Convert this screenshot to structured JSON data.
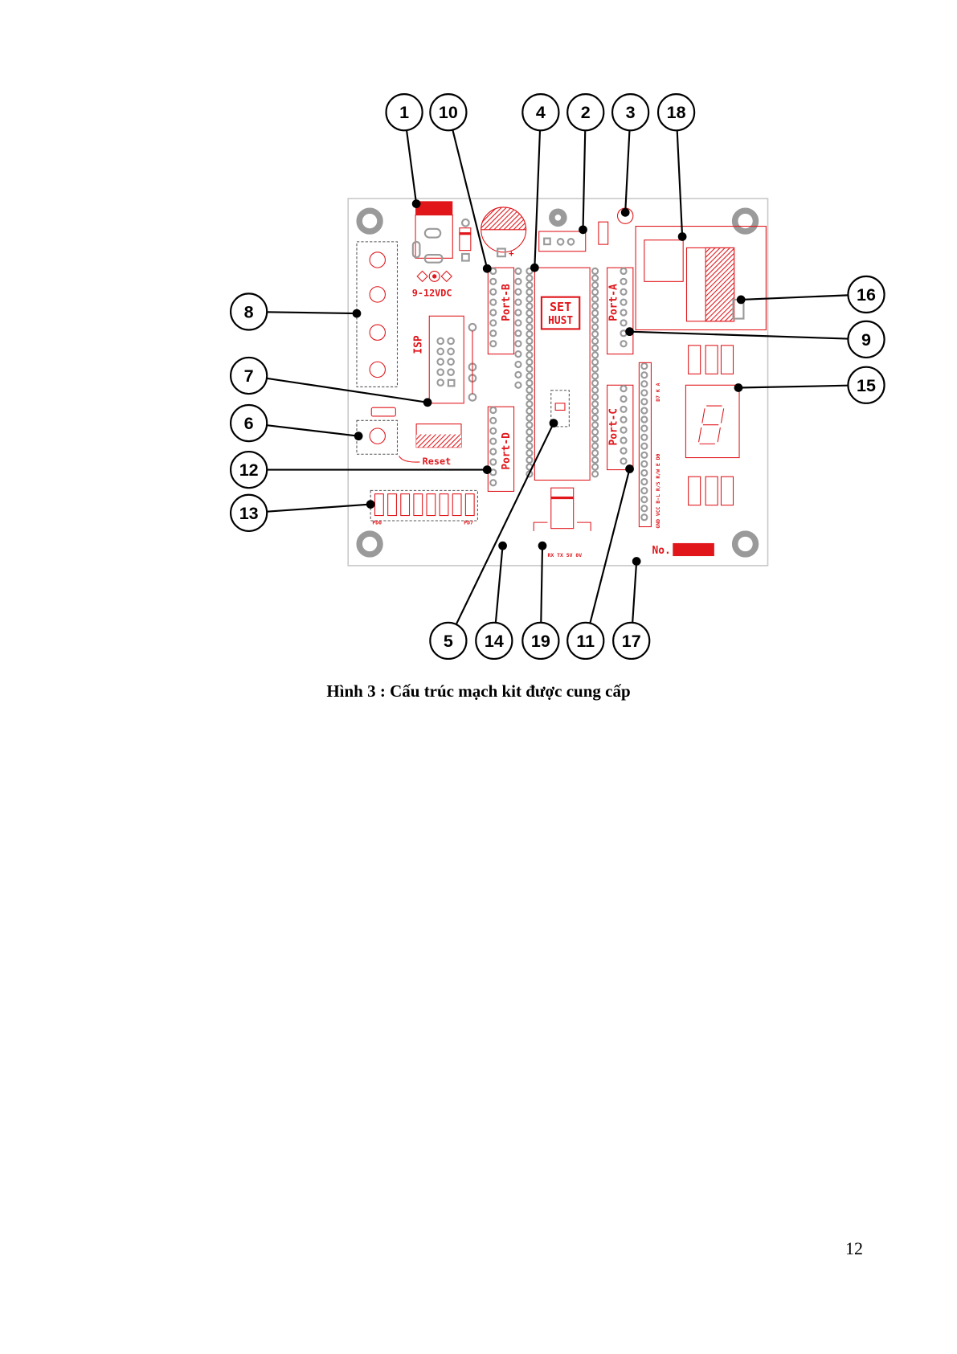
{
  "figure": {
    "caption": "Hình  3 : Cấu trúc mạch kit được cung cấp",
    "callouts": [
      "1",
      "10",
      "4",
      "2",
      "3",
      "18",
      "8",
      "7",
      "6",
      "12",
      "13",
      "16",
      "9",
      "15",
      "5",
      "14",
      "19",
      "11",
      "17"
    ],
    "board_labels": {
      "power": "9-12VDC",
      "isp": "ISP",
      "port_b": "Port-B",
      "port_a": "Port-A",
      "port_c": "Port-C",
      "port_d": "Port-D",
      "logo_top": "SET",
      "logo_bottom": "HUST",
      "reset": "Reset",
      "pd0": "PD0",
      "pd7": "PD7",
      "serial": "RX TX 5V   0V",
      "number": "No.",
      "lcd_left": "GND VCC B-L R/S R/W E D0",
      "lcd_right": "D7 K A"
    },
    "colors": {
      "pcb_red": "#e0161b",
      "pad_gray": "#9a9a9a",
      "outline": "#bdbdbd"
    }
  },
  "page": {
    "number": "12"
  }
}
